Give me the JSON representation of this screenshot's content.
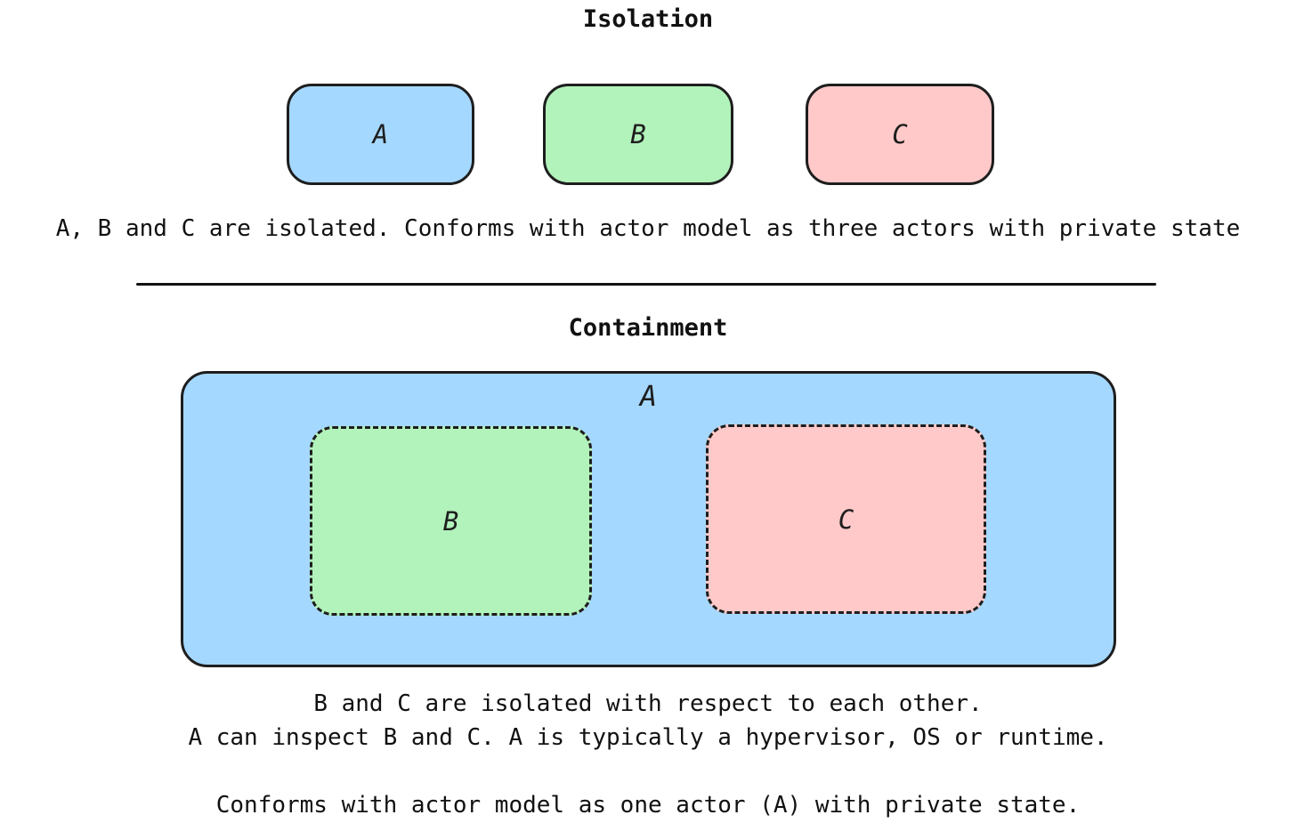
{
  "colors": {
    "blue": "#a5d8ff",
    "green": "#b2f2bb",
    "pink": "#ffc9c9",
    "stroke": "#1e1e1e"
  },
  "isolation": {
    "title": "Isolation",
    "boxes": [
      {
        "label": "A",
        "color": "#a5d8ff"
      },
      {
        "label": "B",
        "color": "#b2f2bb"
      },
      {
        "label": "C",
        "color": "#ffc9c9"
      }
    ],
    "caption": "A, B and C are isolated. Conforms with actor model as three actors with private state"
  },
  "containment": {
    "title": "Containment",
    "outer_box": {
      "label": "A",
      "color": "#a5d8ff"
    },
    "inner_boxes": [
      {
        "label": "B",
        "color": "#b2f2bb"
      },
      {
        "label": "C",
        "color": "#ffc9c9"
      }
    ],
    "caption_line1": "B and C are isolated with respect to each other.",
    "caption_line2": "A can inspect B and C. A is typically a hypervisor, OS or runtime.",
    "caption_line3": "Conforms with actor model as one actor (A) with private state."
  }
}
